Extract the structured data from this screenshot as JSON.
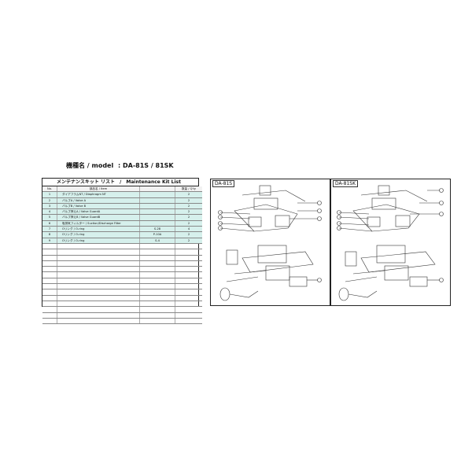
{
  "model": {
    "label": "機種名 / model",
    "value": ": DA-81S / 81SK"
  },
  "kit": {
    "title_jp": "メンテナンスキット リスト",
    "sep": "/",
    "title_en": "Maintenance Kit  List",
    "headers": {
      "no": "No.",
      "name": "部品名 / Item",
      "part": "",
      "qty": "数量 / Q'ty"
    },
    "rows": [
      {
        "no": "1",
        "name": "ダイアフラムNT / Diaphragm NT",
        "part": "",
        "qty": "2"
      },
      {
        "no": "2",
        "name": "バルブA / Valve A",
        "part": "",
        "qty": "2"
      },
      {
        "no": "3",
        "name": "バルブB / Valve B",
        "part": "",
        "qty": "2"
      },
      {
        "no": "4",
        "name": "バルブ押えA / Valve GuardA",
        "part": "",
        "qty": "2"
      },
      {
        "no": "5",
        "name": "バルブ押えB / Valve GuardB",
        "part": "",
        "qty": "2"
      },
      {
        "no": "6",
        "name": "吸排気フィルター / Suction/Discharge Filter",
        "part": "",
        "qty": "2"
      },
      {
        "no": "7",
        "name": "Oリング / O-ring",
        "part": "S-28",
        "qty": "4"
      },
      {
        "no": "8",
        "name": "Oリング / O-ring",
        "part": "P-10A",
        "qty": "2"
      },
      {
        "no": "9",
        "name": "Oリング / O-ring",
        "part": "S-4",
        "qty": "2"
      }
    ],
    "blank_rows": 14
  },
  "diagrams": [
    {
      "label": "DA-81S"
    },
    {
      "label": "DA-81SK"
    }
  ]
}
